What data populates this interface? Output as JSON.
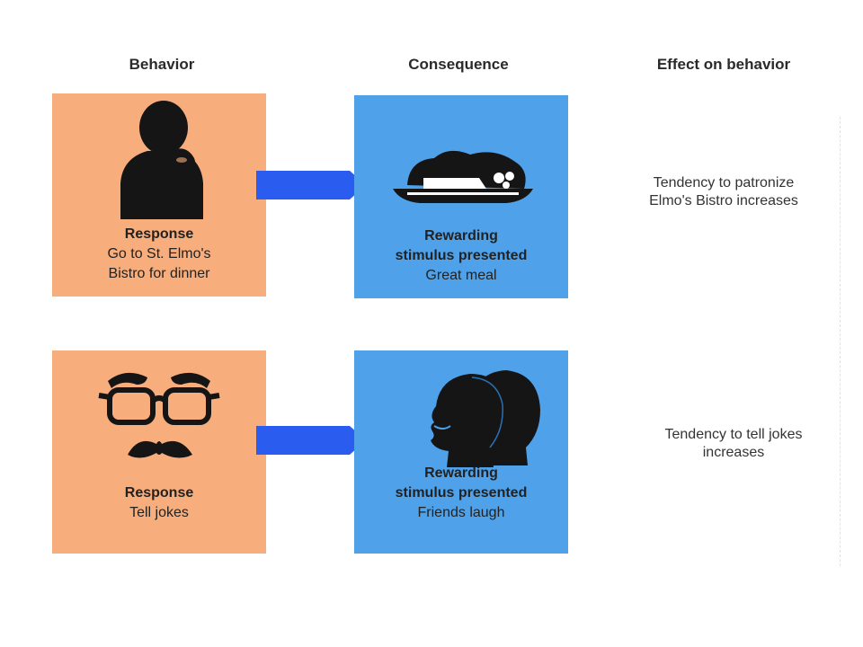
{
  "headers": {
    "behavior": "Behavior",
    "consequence": "Consequence",
    "effect": "Effect on behavior"
  },
  "rows": [
    {
      "behavior": {
        "icon": "thinking-person-silhouette-icon",
        "title": "Response",
        "lines": [
          "Go to St. Elmo's",
          "Bistro for dinner"
        ]
      },
      "consequence": {
        "icon": "meal-plate-icon",
        "title_lines": [
          "Rewarding",
          "stimulus presented"
        ],
        "detail": "Great meal"
      },
      "effect_lines": [
        "Tendency to patronize",
        "Elmo's Bistro increases"
      ]
    },
    {
      "behavior": {
        "icon": "funny-glasses-mustache-icon",
        "title": "Response",
        "lines": [
          "Tell jokes"
        ]
      },
      "consequence": {
        "icon": "laughing-heads-icon",
        "title_lines": [
          "Rewarding",
          "stimulus presented"
        ],
        "detail": "Friends laugh"
      },
      "effect_lines": [
        "Tendency to tell jokes",
        "increases"
      ]
    }
  ],
  "colors": {
    "behavior_box": "#f7ae7c",
    "consequence_box": "#4fa2ea",
    "arrow": "#2a5cf0",
    "silhouette": "#151515"
  }
}
